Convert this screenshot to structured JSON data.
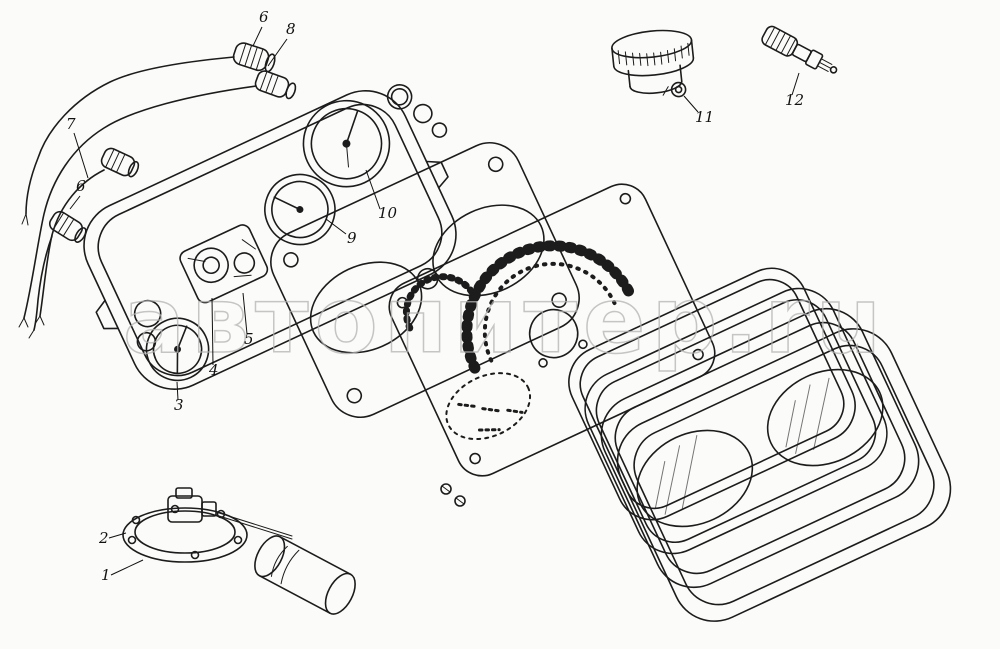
{
  "diagram": {
    "background": "#fbfbf9",
    "line_color": "#1c1c1c",
    "watermark": {
      "text": "автопитер.ru",
      "color": "#b3b3b3"
    }
  },
  "callouts": [
    {
      "part": "connector-plug-top",
      "text": "6"
    },
    {
      "part": "connector-plug-top-second",
      "text": "8"
    },
    {
      "part": "wiring-harness",
      "text": "7"
    },
    {
      "part": "connector-plug-left",
      "text": "6"
    },
    {
      "part": "gauge-lower-left",
      "text": "3"
    },
    {
      "part": "speedometer-mechanism",
      "text": "4"
    },
    {
      "part": "mechanism-detail",
      "text": "5"
    },
    {
      "part": "small-round-gauge",
      "text": "9"
    },
    {
      "part": "large-round-gauge",
      "text": "10"
    },
    {
      "part": "sender-unit",
      "text": "11"
    },
    {
      "part": "bulb-fitting",
      "text": "12"
    },
    {
      "part": "fuel-sender-flange",
      "text": "2"
    },
    {
      "part": "fuel-sender-float",
      "text": "1"
    }
  ]
}
